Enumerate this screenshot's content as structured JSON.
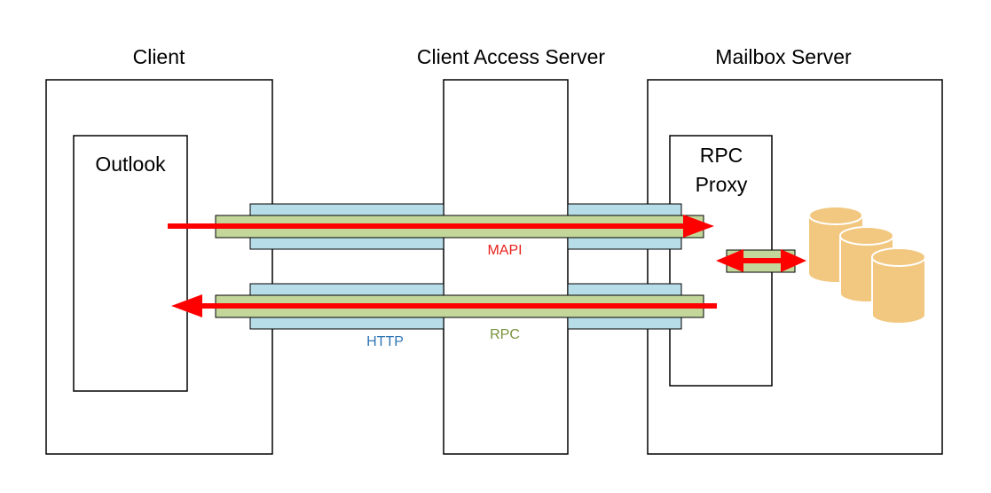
{
  "headers": {
    "client": "Client",
    "cas": "Client Access Server",
    "mailbox": "Mailbox Server"
  },
  "components": {
    "outlook": "Outlook",
    "rpc_proxy_line1": "RPC",
    "rpc_proxy_line2": "Proxy"
  },
  "labels": {
    "mapi": "MAPI",
    "http": "HTTP",
    "rpc": "RPC"
  },
  "colors": {
    "arrow": "#ff0000",
    "http_tunnel": "#b7dde8",
    "rpc_pipe": "#c4d79b",
    "database": "#f2c77f",
    "mapi_text": "#e8211d",
    "http_text": "#2f75b5",
    "rpc_text": "#77933c"
  },
  "icons": {
    "database": "database-icon"
  }
}
